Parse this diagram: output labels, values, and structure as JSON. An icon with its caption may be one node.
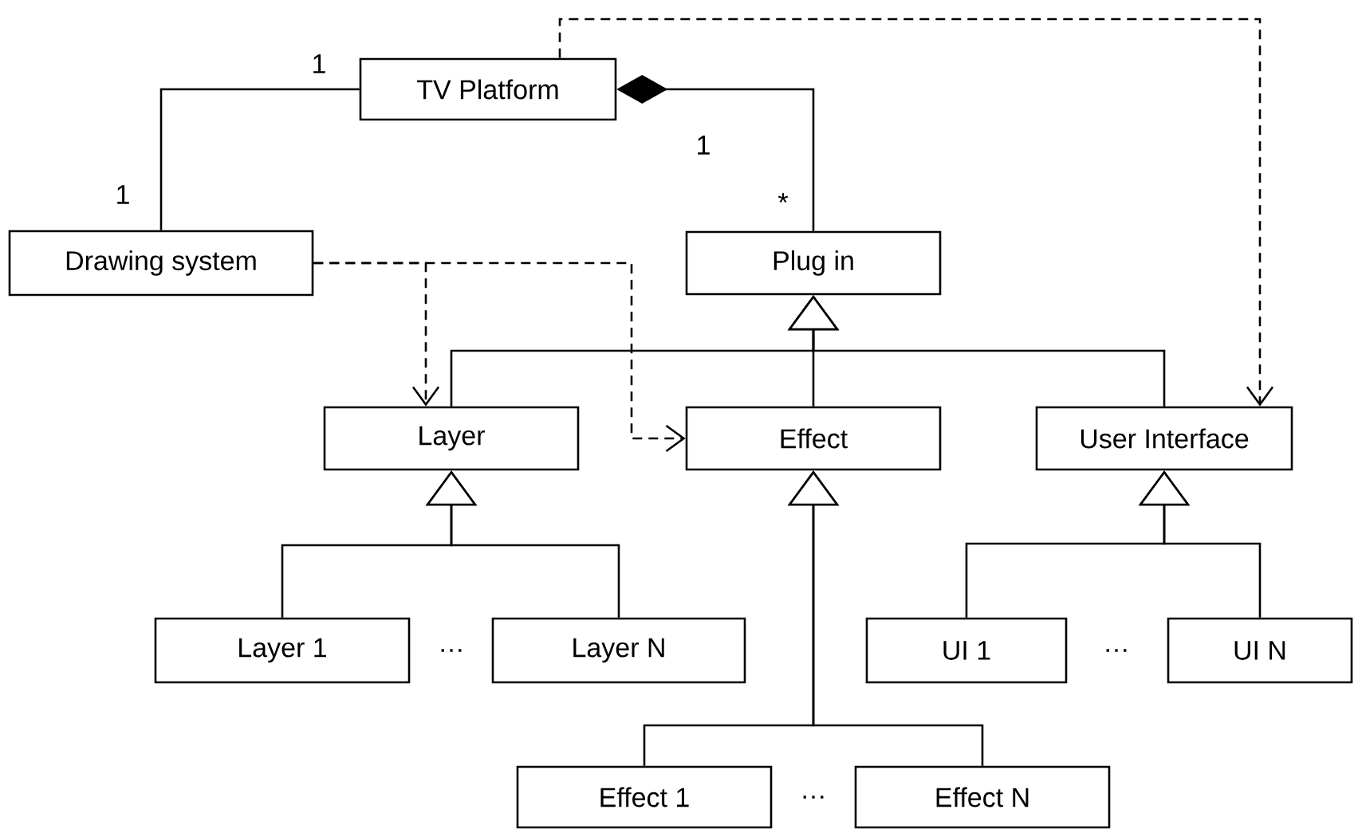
{
  "diagram": {
    "nodes": [
      {
        "text": [
          "TV Platform"
        ]
      },
      {
        "text": [
          "Drawing system"
        ]
      },
      {
        "text": [
          "Plug in"
        ]
      },
      {
        "text": [
          "Layer"
        ]
      },
      {
        "text": [
          "Effect"
        ]
      },
      {
        "text": [
          "User Interface"
        ]
      },
      {
        "text": [
          "Layer 1"
        ]
      },
      {
        "text": [
          "Layer N"
        ]
      },
      {
        "text": [
          "UI 1"
        ]
      },
      {
        "text": [
          "UI N"
        ]
      },
      {
        "text": [
          "Effect 1"
        ]
      },
      {
        "text": [
          "Effect N"
        ]
      }
    ],
    "edges": [
      {
        "from": 0,
        "to": 1,
        "arrow": "none"
      },
      {
        "from": 2,
        "to": 0,
        "arrow": "other"
      },
      {
        "from": 0,
        "to": 5,
        "arrow": "to",
        "style": "dashed"
      },
      {
        "from": 1,
        "to": 3,
        "arrow": "to",
        "style": "dashed"
      },
      {
        "from": 1,
        "to": 4,
        "arrow": "to",
        "style": "dashed"
      },
      {
        "from": 3,
        "to": 2,
        "arrow": "to"
      },
      {
        "from": 4,
        "to": 2,
        "arrow": "to"
      },
      {
        "from": 5,
        "to": 2,
        "arrow": "to"
      },
      {
        "from": 6,
        "to": 3,
        "arrow": "to"
      },
      {
        "from": 7,
        "to": 3,
        "arrow": "to"
      },
      {
        "from": 10,
        "to": 4,
        "arrow": "to"
      },
      {
        "from": 11,
        "to": 4,
        "arrow": "to"
      },
      {
        "from": 8,
        "to": 5,
        "arrow": "to"
      },
      {
        "from": 9,
        "to": 5,
        "arrow": "to"
      }
    ],
    "labels": [
      "1",
      "1",
      "1",
      "*",
      "…",
      "…",
      "…"
    ]
  }
}
